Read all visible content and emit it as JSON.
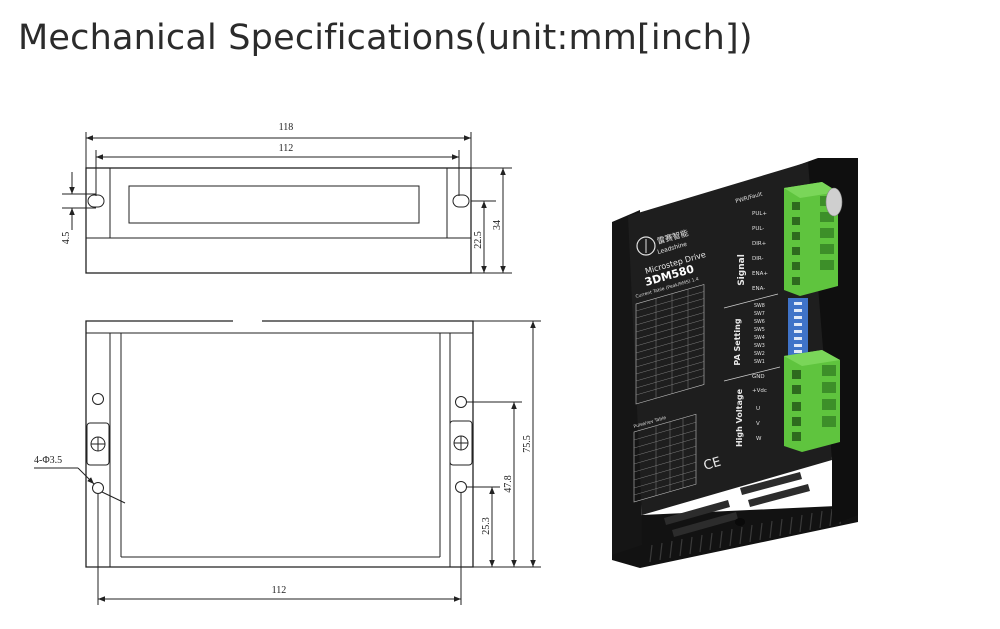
{
  "heading": "Mechanical Specifications(unit:mm[inch])",
  "top_view": {
    "overall_width": "118",
    "inner_width": "112",
    "slot_offset": "4.5",
    "slot_height": "22.5",
    "total_height": "34"
  },
  "front_view": {
    "hole_spec": "4-Φ3.5",
    "total_height": "75.5",
    "upper_hole_height": "47.8",
    "lower_hole_height": "25.3",
    "bottom_width": "112"
  },
  "product": {
    "brand_cn": "雷赛智能",
    "brand_en": "Leadshine",
    "subtitle": "Microstep Drive",
    "model": "3DM580",
    "led_label": "PWR/Fault",
    "signal_group": "Signal",
    "signal_pins": [
      "PUL+",
      "PUL-",
      "DIR+",
      "DIR-",
      "ENA+",
      "ENA-"
    ],
    "setting_group": "PA Setting",
    "switches": [
      "SW8",
      "SW7",
      "SW6",
      "SW5",
      "SW4",
      "SW3",
      "SW2",
      "SW1"
    ],
    "power_group": "High Voltage",
    "power_pins": [
      "GND",
      "+Vdc",
      "U",
      "V",
      "W"
    ],
    "current_table_title": "Current Table (Peak/RMS) 1.4",
    "pulse_table_title": "Pulse/rev Table",
    "cert_mark": "CE"
  },
  "colors": {
    "terminal_green": "#5fc43e",
    "body_black": "#1c1c1c",
    "switch_blue": "#3f73c8"
  }
}
